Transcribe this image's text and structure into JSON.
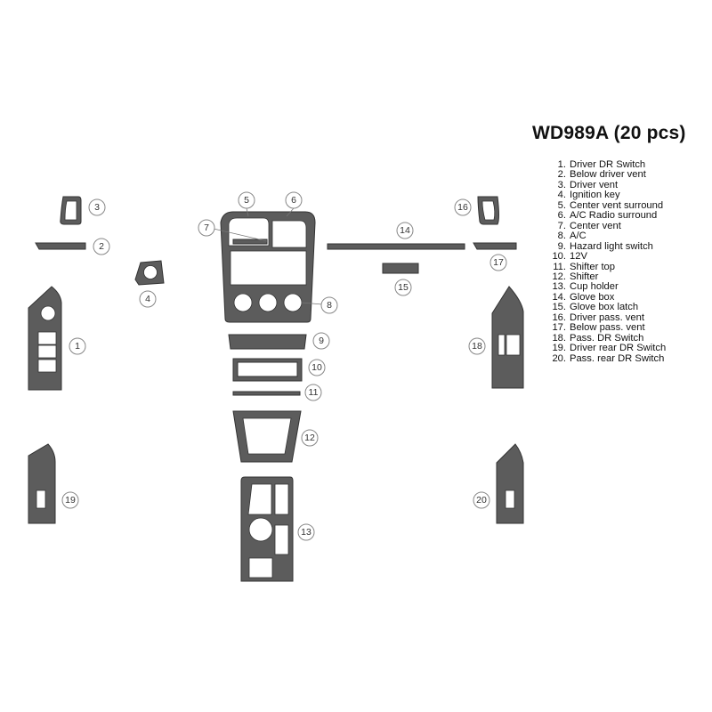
{
  "title": "WD989A (20 pcs)",
  "parts": [
    {
      "num": "1.",
      "name": "Driver DR Switch"
    },
    {
      "num": "2.",
      "name": "Below driver vent"
    },
    {
      "num": "3.",
      "name": "Driver vent"
    },
    {
      "num": "4.",
      "name": "Ignition key"
    },
    {
      "num": "5.",
      "name": "Center vent surround"
    },
    {
      "num": "6.",
      "name": "A/C Radio surround"
    },
    {
      "num": "7.",
      "name": "Center vent"
    },
    {
      "num": "8.",
      "name": "A/C"
    },
    {
      "num": "9.",
      "name": "Hazard light switch"
    },
    {
      "num": "10.",
      "name": "12V"
    },
    {
      "num": "11.",
      "name": "Shifter top"
    },
    {
      "num": "12.",
      "name": "Shifter"
    },
    {
      "num": "13.",
      "name": "Cup holder"
    },
    {
      "num": "14.",
      "name": "Glove box"
    },
    {
      "num": "15.",
      "name": "Glove box latch"
    },
    {
      "num": "16.",
      "name": "Driver pass. vent"
    },
    {
      "num": "17.",
      "name": "Below pass. vent"
    },
    {
      "num": "18.",
      "name": "Pass. DR Switch"
    },
    {
      "num": "19.",
      "name": "Driver rear DR Switch"
    },
    {
      "num": "20.",
      "name": "Pass. rear DR Switch"
    }
  ],
  "callouts": [
    "1",
    "2",
    "3",
    "4",
    "5",
    "6",
    "7",
    "8",
    "9",
    "10",
    "11",
    "12",
    "13",
    "14",
    "15",
    "16",
    "17",
    "18",
    "19",
    "20"
  ],
  "colors": {
    "part_fill": "#5c5c5c",
    "background": "#ffffff"
  }
}
